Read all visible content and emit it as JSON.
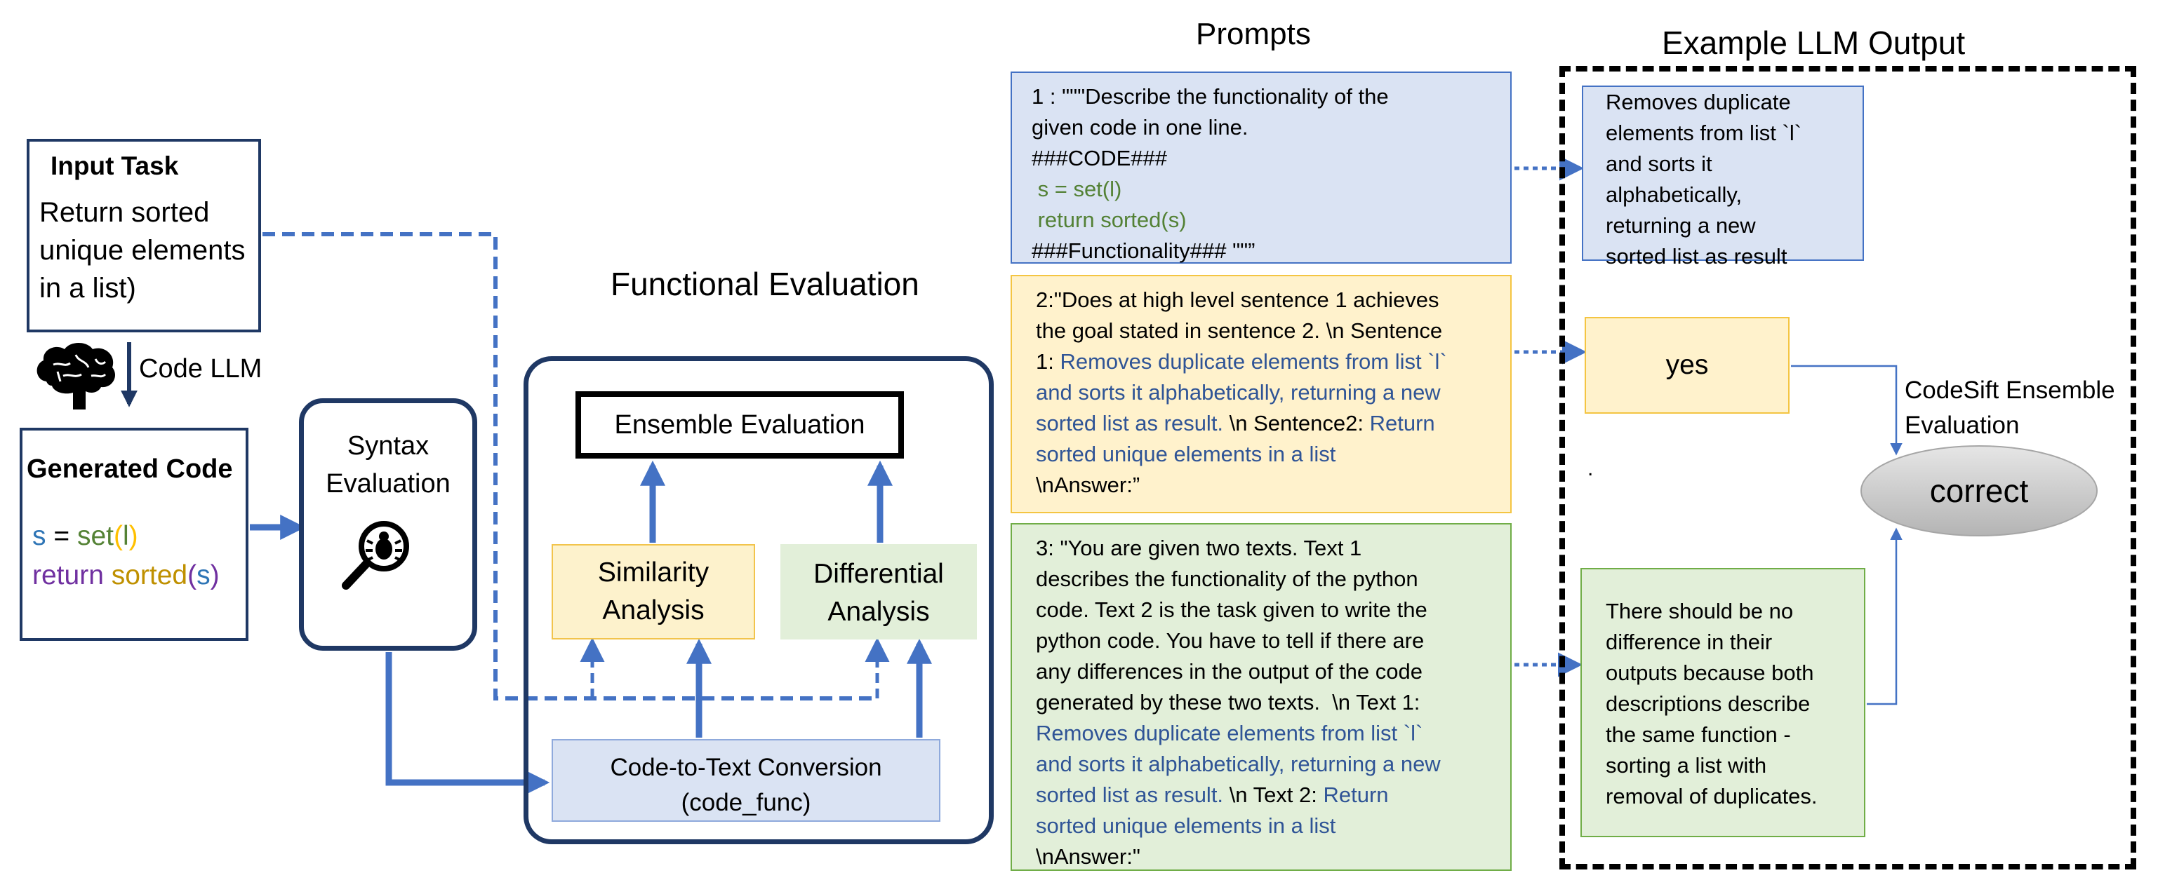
{
  "input_task": {
    "title": "Input Task",
    "lines": [
      "Return sorted",
      "unique elements",
      "in a list)"
    ]
  },
  "code_llm_label": "Code LLM",
  "generated_code": {
    "title": "Generated Code",
    "line1": {
      "var": "s",
      "eq": " = ",
      "fn": "set",
      "open": "(",
      "arg": "l",
      "close": ")"
    },
    "line2": {
      "kw": "return",
      "sp": " ",
      "fn": "sorted",
      "open": "(",
      "arg": "s",
      "close": ")"
    }
  },
  "syntax_eval": {
    "lines": [
      "Syntax",
      "Evaluation"
    ]
  },
  "functional_eval": {
    "title": "Functional Evaluation",
    "ensemble": "Ensemble Evaluation",
    "similarity": [
      "Similarity",
      "Analysis"
    ],
    "differential": [
      "Differential",
      "Analysis"
    ],
    "code_to_text": [
      "Code-to-Text Conversion",
      "(code_func)"
    ]
  },
  "prompts": {
    "title": "Prompts",
    "p1": {
      "l1": "1 :  \"\"\"Describe the functionality of the",
      "l2": "given code in one line.",
      "l3": "###CODE###",
      "l4": " s = set(l)",
      "l5": " return sorted(s)",
      "l6": "###Functionality### \"\"”"
    },
    "p2": {
      "l1": "2:\"Does at high level sentence 1 achieves",
      "l2": "the goal stated in sentence 2. \\n Sentence",
      "l3a": "1: ",
      "l3b": "Removes duplicate elements from list `l`",
      "l4": "and sorts it alphabetically, returning a new",
      "l5a": "sorted list as result.",
      "l5b": " \\n Sentence2: ",
      "l5c": "Return",
      "l6": "sorted unique elements in a list",
      "l7": "\\nAnswer:”"
    },
    "p3": {
      "l1": "3: \"You are given two texts. Text 1",
      "l2": "describes the functionality of the python",
      "l3": "code. Text 2 is the task given to write the",
      "l4": "python code. You have to tell if there are",
      "l5": "any differences in the output of the code",
      "l6": "generated by these two texts.  \\n Text 1:",
      "l7": "Removes duplicate elements from list `l`",
      "l8": "and sorts it alphabetically, returning a new",
      "l9a": "sorted list as result.",
      "l9b": " \\n Text 2: ",
      "l9c": "Return",
      "l10": "sorted unique elements in a list",
      "l11": "\\nAnswer:\""
    }
  },
  "example_output": {
    "title": "Example LLM Output",
    "out1": [
      "Removes duplicate",
      "elements from list `l`",
      "and sorts it",
      "alphabetically,",
      "returning a new",
      "sorted list as result"
    ],
    "out2": "yes",
    "out3": [
      "There should be no",
      "difference in their",
      "outputs because both",
      "descriptions describe",
      "the same function -",
      "sorting a list with",
      "removal of duplicates."
    ],
    "ensemble_label": [
      "CodeSift Ensemble",
      "Evaluation"
    ],
    "dot": ".",
    "verdict": "correct"
  },
  "colors": {
    "navy": "#1f3864",
    "arrow_blue": "#4472c4",
    "code_var": "#2e75b6",
    "code_fn": "#548235",
    "code_paren": "#ffc000",
    "code_kw": "#7030a0",
    "code_sorted": "#bf9000",
    "prompt_text_blue": "#2f5496",
    "prompt_text_green": "#538135"
  }
}
